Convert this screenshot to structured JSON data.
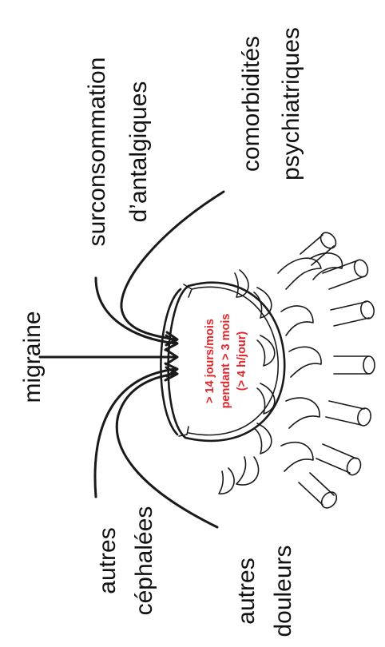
{
  "labels": {
    "migraine": "migraine",
    "surconsommation_line1": "surconsommation",
    "surconsommation_line2": "d’antalgiques",
    "comorbidites_line1": "comorbidités",
    "comorbidites_line2": "psychiatriques",
    "autres_cephalees_line1": "autres",
    "autres_cephalees_line2": "céphalées",
    "autres_douleurs_line1": "autres",
    "autres_douleurs_line2": "douleurs"
  },
  "criteria": {
    "line1": "> 14 jours/mois",
    "line2": "pendant > 3 mois",
    "line3": "(> 4 h/jour)"
  },
  "colors": {
    "criteria_text": "#e3262b",
    "ink": "#1a1a1a"
  },
  "icons": [
    "cauldron-icon",
    "fire-icon",
    "log-icon",
    "arrowhead-icon"
  ]
}
